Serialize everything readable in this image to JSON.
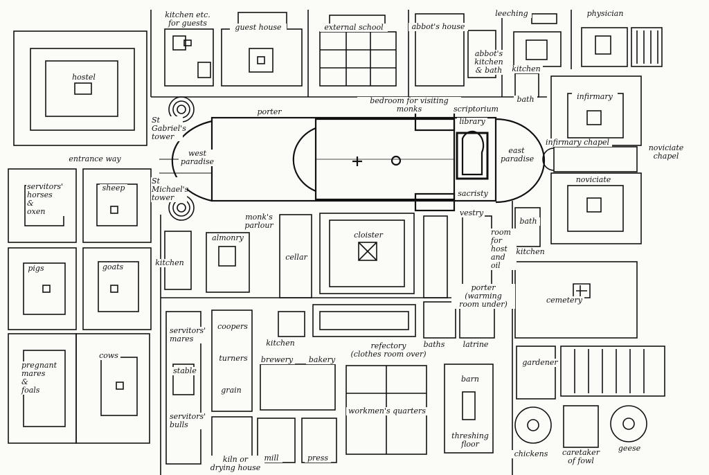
{
  "labels": {
    "kitchen_guests": "kitchen etc.\nfor guests",
    "guest_house": "guest house",
    "external_school": "external school",
    "abbots_house": "abbot's house",
    "abbots_kitchen": "abbot's\nkitchen\n& bath",
    "leeching": "leeching",
    "physician": "physician",
    "hostel": "hostel",
    "kitchen_ne": "kitchen",
    "bath_ne": "bath",
    "infirmary": "infirmary",
    "infirmary_chapel": "infirmary chapel",
    "noviciate_chapel": "noviciate\nchapel",
    "noviciate": "noviciate",
    "st_gabriels_tower": "St\nGabriel's\ntower",
    "porter": "porter",
    "bedroom_visiting_monks": "bedroom for visiting monks",
    "scriptorium": "scriptorium",
    "library": "library",
    "west_paradise": "west\nparadise",
    "east_paradise": "east\nparadise",
    "entrance_way": "entrance way",
    "st_michaels_tower": "St\nMichael's\ntower",
    "servitors_horses": "servitors'\nhorses\n&\noxen",
    "sheep": "sheep",
    "sacristy": "sacristy",
    "vestry": "vestry",
    "bath_e": "bath",
    "kitchen_e": "kitchen",
    "monks_parlour": "monk's\nparlour",
    "almonry": "almonry",
    "kitchen_w": "kitchen",
    "cellar": "cellar",
    "cloister": "cloister",
    "room_host_oil": "room\nfor\nhost\nand\noil",
    "pigs": "pigs",
    "goats": "goats",
    "porter_warming": "porter (warming\nroom under)",
    "cemetery": "cemetery",
    "servitors_mares": "servitors'\nmares",
    "coopers": "coopers",
    "kitchen_refectory": "kitchen",
    "refectory": "refectory\n(clothes room over)",
    "baths": "baths",
    "latrine": "latrine",
    "cows": "cows",
    "turners": "turners",
    "brewery": "brewery",
    "bakery": "bakery",
    "gardener": "gardener",
    "barn": "barn",
    "pregnant_mares": "pregnant\nmares\n&\nfoals",
    "stable": "stable",
    "grain": "grain",
    "workmens_quarters": "workmen's quarters",
    "servitors_bulls": "servitors'\nbulls",
    "threshing_floor": "threshing\nfloor",
    "chickens": "chickens",
    "caretaker_fowl": "caretaker\nof fowl",
    "geese": "geese",
    "kiln": "kiln or\ndrying house",
    "mill": "mill",
    "press": "press"
  }
}
